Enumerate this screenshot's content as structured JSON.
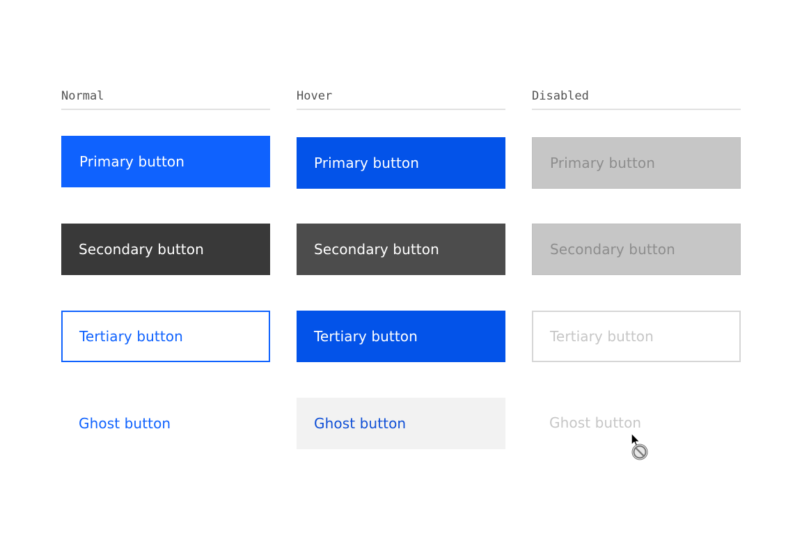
{
  "columns": {
    "normal": {
      "header": "Normal",
      "primary": "Primary button",
      "secondary": "Secondary button",
      "tertiary": "Tertiary button",
      "ghost": "Ghost button"
    },
    "hover": {
      "header": "Hover",
      "primary": "Primary button",
      "secondary": "Secondary button",
      "tertiary": "Tertiary button",
      "ghost": "Ghost button"
    },
    "disabled": {
      "header": "Disabled",
      "primary": "Primary button",
      "secondary": "Secondary button",
      "tertiary": "Tertiary button",
      "ghost": "Ghost button"
    }
  },
  "colors": {
    "primary": "#0f62fe",
    "primary_hover": "#0353e9",
    "secondary": "#393939",
    "secondary_hover": "#4c4c4c",
    "ghost_hover_bg": "#f2f2f2",
    "disabled_bg": "#c6c6c6",
    "disabled_text": "#8d8d8d"
  },
  "cursor": {
    "icon": "not-allowed-cursor-icon"
  }
}
